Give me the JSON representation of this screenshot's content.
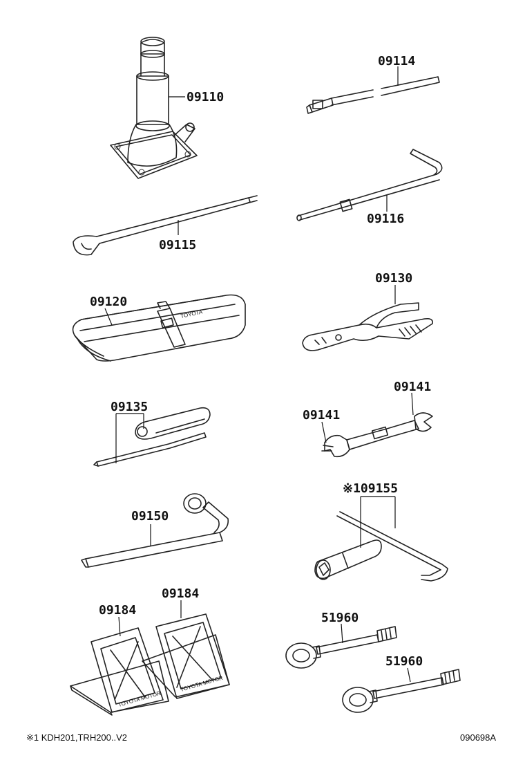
{
  "labels": {
    "jack": "09110",
    "ext_bar": "09114",
    "jack_handle_hook": "09115",
    "crank_handle": "09116",
    "tool_bag": "09120",
    "pliers": "09130",
    "screwdriver": "09135",
    "wrench_a": "09141",
    "wrench_b": "09141",
    "lug_wrench": "09150",
    "socket_wrench": "※109155",
    "wheel_chock_a": "09184",
    "wheel_chock_b": "09184",
    "tow_hook_a": "51960",
    "tow_hook_b": "51960"
  },
  "imprints": {
    "bag": "TOYOTA",
    "chock_a": "TOYOTA MOTOR",
    "chock_b": "TOYOTA MOTOR"
  },
  "footer": {
    "applicability_note": "※1 KDH201,TRH200..V2",
    "illustration_code": "090698A"
  }
}
